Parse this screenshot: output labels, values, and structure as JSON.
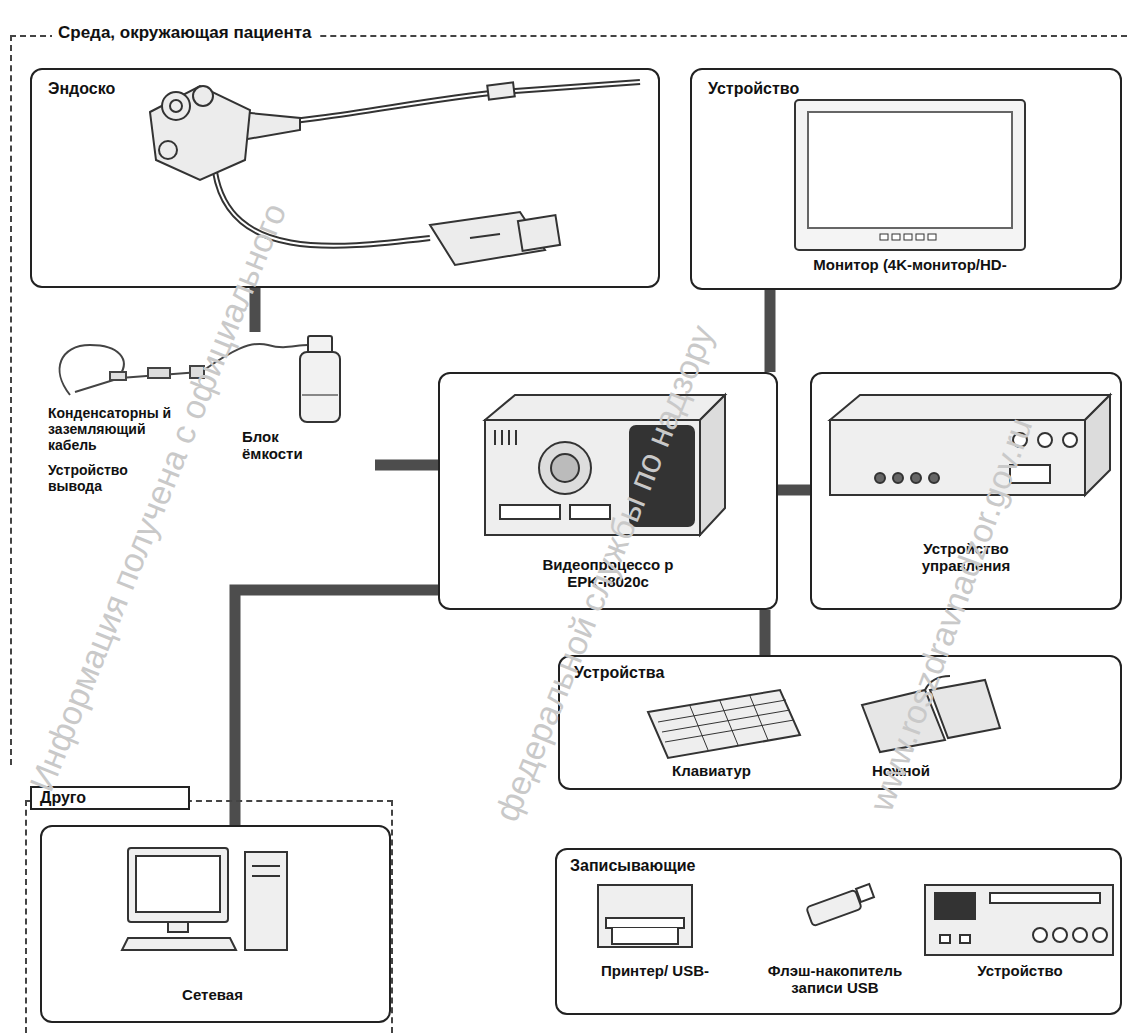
{
  "diagram": {
    "nodes": [
      {
        "text": [
          "Среда, окружающая пациента"
        ]
      },
      {
        "text": [
          "Эндоско"
        ],
        "in": 0
      },
      {
        "text": [
          "Устройство",
          "Монитор (4K-монитор/HD-"
        ],
        "in": 0
      },
      {
        "text": [
          "Блок ёмкости"
        ],
        "in": 0
      },
      {
        "text": [
          "Видеопроцессо р EPK-i8020c"
        ],
        "in": 0
      },
      {
        "text": [
          "Устройство управления"
        ],
        "in": 0
      },
      {
        "text": [
          "Устройства",
          "Клавиатур",
          "Ножной"
        ]
      },
      {
        "text": [
          "Друго"
        ]
      },
      {
        "text": [
          "Сетевая"
        ],
        "in": 7
      },
      {
        "text": [
          "Записывающие",
          "Принтер/ USB-",
          "Флэш-накопитель записи USB",
          "Устройство"
        ]
      }
    ],
    "edges": [
      {
        "from": 1,
        "to": 3,
        "arrow": "none"
      },
      {
        "from": 3,
        "to": 4,
        "arrow": "none"
      },
      {
        "from": 2,
        "to": 4,
        "arrow": "none"
      },
      {
        "from": 4,
        "to": 5,
        "arrow": "none"
      },
      {
        "from": 4,
        "to": 6,
        "arrow": "none"
      },
      {
        "from": 4,
        "to": 8,
        "arrow": "none"
      }
    ],
    "labels": [
      "Конденсаторны й заземляющий кабель",
      "Устройство вывода",
      "Информация получена с официального",
      "федеральной службы по надзору",
      "www.roszdravnadzor.gov.ru"
    ]
  }
}
